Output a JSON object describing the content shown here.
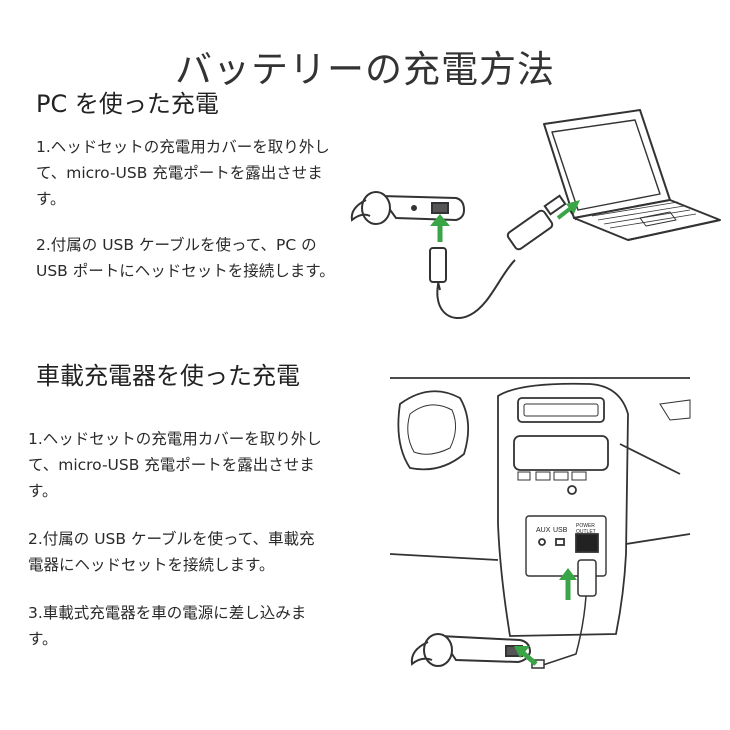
{
  "page": {
    "title": "バッテリーの充電方法"
  },
  "sections": [
    {
      "heading": "PC を使った充電",
      "steps": [
        {
          "lines": [
            "1.ヘッドセットの充電用カバーを取り外し",
            "て、micro-USB 充電ポートを露出させま",
            "す。"
          ]
        },
        {
          "lines": [
            "2.付属の USB ケーブルを使って、PC の",
            "USB ポートにヘッドセットを接続します。"
          ]
        }
      ]
    },
    {
      "heading": "車載充電器を使った充電",
      "steps": [
        {
          "lines": [
            "1.ヘッドセットの充電用カバーを取り外し",
            "て、micro-USB 充電ポートを露出させま",
            "す。"
          ]
        },
        {
          "lines": [
            "2.付属の USB ケーブルを使って、車載充",
            "電器にヘッドセットを接続します。"
          ]
        },
        {
          "lines": [
            "3.車載式充電器を車の電源に差し込みま",
            "す。"
          ]
        }
      ]
    }
  ],
  "car_panel": {
    "aux_label": "AUX",
    "usb_label": "USB",
    "power_label_1": "POWER",
    "power_label_2": "OUTLET"
  },
  "colors": {
    "arrow_green": "#3aa546",
    "line_art": "#333333"
  },
  "icons": [
    "laptop-icon",
    "headset-icon",
    "usb-cable-icon",
    "car-dashboard-icon",
    "car-charger-icon",
    "insert-arrow-icon"
  ]
}
